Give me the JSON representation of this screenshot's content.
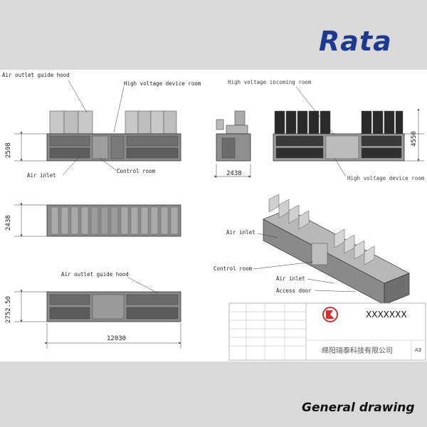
{
  "header": {
    "logo_text": "Rata",
    "logo_color": "#1d3a8f"
  },
  "drawing": {
    "front_view": {
      "label_air_outlet_hood": "Air outlet guide hood",
      "label_hv_device_room": "High voltage device room",
      "label_air_inlet": "Air inlet",
      "label_control_room": "Control room",
      "dim_height": "2598"
    },
    "side_view": {
      "label_hv_incoming_room": "High voltage incoming room",
      "label_hv_device_room": "High voltage device room",
      "dim_width": "2438",
      "dim_height": "4550"
    },
    "top_view": {
      "dim_width": "2438"
    },
    "bottom_view": {
      "label_air_outlet_hood": "Air outlet guide hood",
      "dim_height": "2752.50",
      "dim_length": "12030"
    },
    "iso_view": {
      "label_air_inlet_top": "Air inlet",
      "label_control_room": "Control room",
      "label_air_inlet_bottom": "Air inlet",
      "label_access_door": "Access door"
    },
    "title_block": {
      "drawing_no": "XXXXXXX",
      "company": "绵阳瑞泰科技有限公司",
      "sheet_size": "A3",
      "logo_color": "#d32f2f"
    }
  },
  "footer": {
    "caption": "General drawing"
  }
}
